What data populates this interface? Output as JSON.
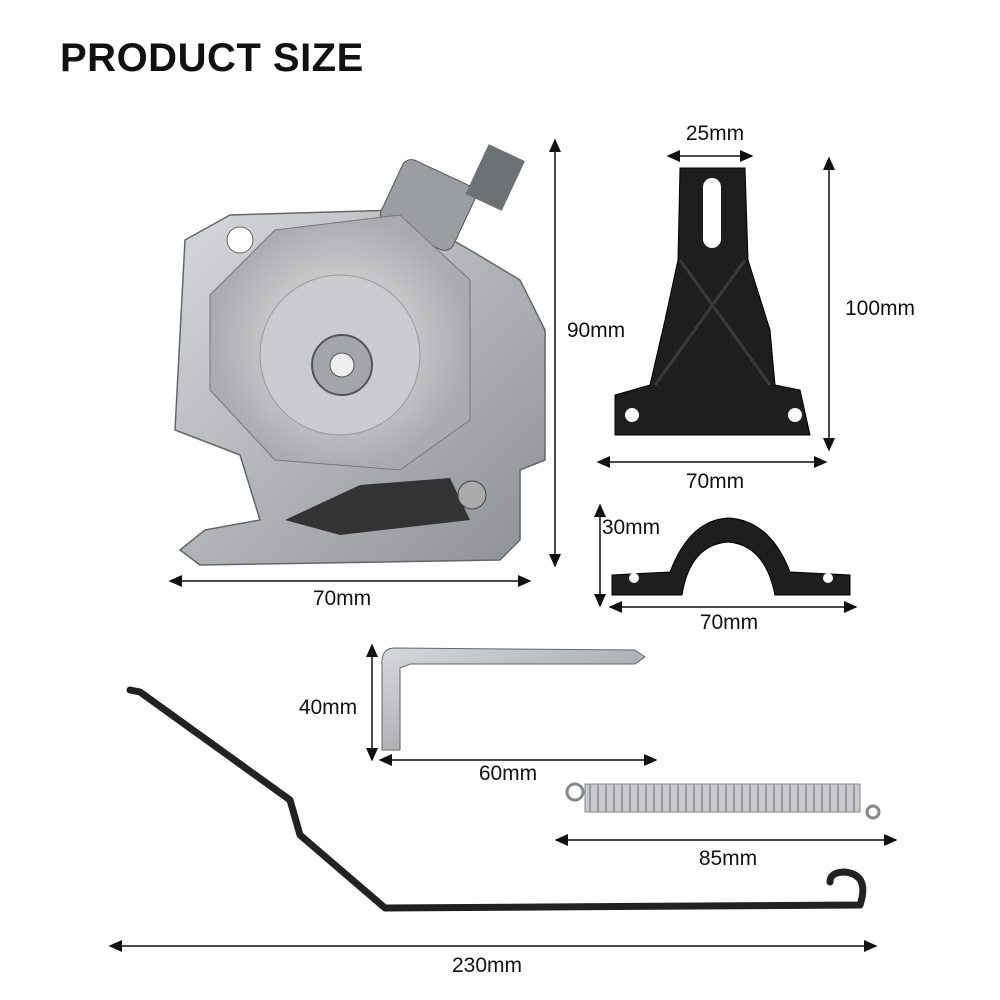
{
  "title": "PRODUCT SIZE",
  "colors": {
    "text": "#111111",
    "metal": "#b9bcc0",
    "plastic": "#1c1c1c"
  },
  "items": {
    "cutter": {
      "height": "90mm",
      "width": "70mm"
    },
    "bracket": {
      "top_width": "25mm",
      "height": "100mm",
      "width": "70mm"
    },
    "clamp": {
      "height": "30mm",
      "width": "70mm"
    },
    "allen_key": {
      "height": "40mm",
      "width": "60mm"
    },
    "spring": {
      "length": "85mm"
    },
    "lever": {
      "length": "230mm"
    }
  }
}
